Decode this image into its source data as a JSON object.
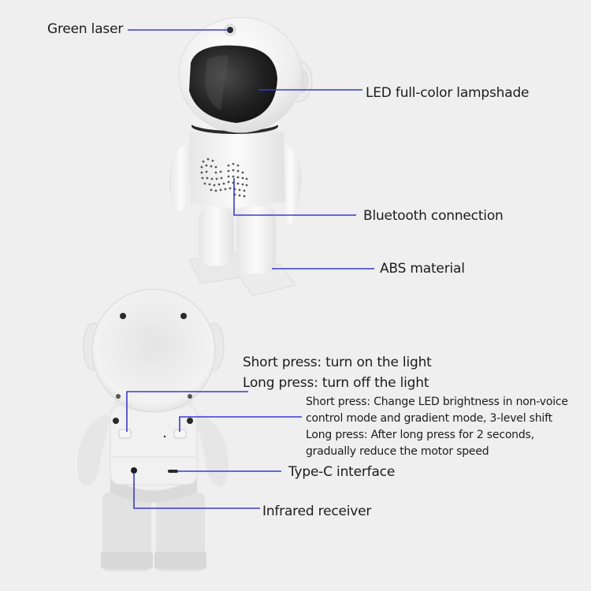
{
  "colors": {
    "background": "#efefef",
    "callout_line": "#3a3ad0",
    "text": "#1c1c1c",
    "robot_body": "#f4f4f4",
    "visor": "#1f1f1f"
  },
  "front_view": {
    "callouts": [
      {
        "id": "green-laser",
        "label": "Green laser"
      },
      {
        "id": "led-lampshade",
        "label": "LED full-color lampshade"
      },
      {
        "id": "bluetooth",
        "label": "Bluetooth connection"
      },
      {
        "id": "abs-material",
        "label": "ABS material"
      }
    ]
  },
  "back_view": {
    "callouts": [
      {
        "id": "power-button",
        "lines": [
          "Short press: turn on the light",
          "Long press: turn off the light"
        ]
      },
      {
        "id": "mode-button",
        "lines": [
          "Short press: Change LED brightness in non-voice",
          "control mode and gradient mode, 3-level shift",
          "Long press: After long press for 2 seconds,",
          "gradually reduce the motor speed"
        ]
      },
      {
        "id": "type-c",
        "label": "Type-C interface"
      },
      {
        "id": "infrared",
        "label": "Infrared receiver"
      }
    ]
  }
}
